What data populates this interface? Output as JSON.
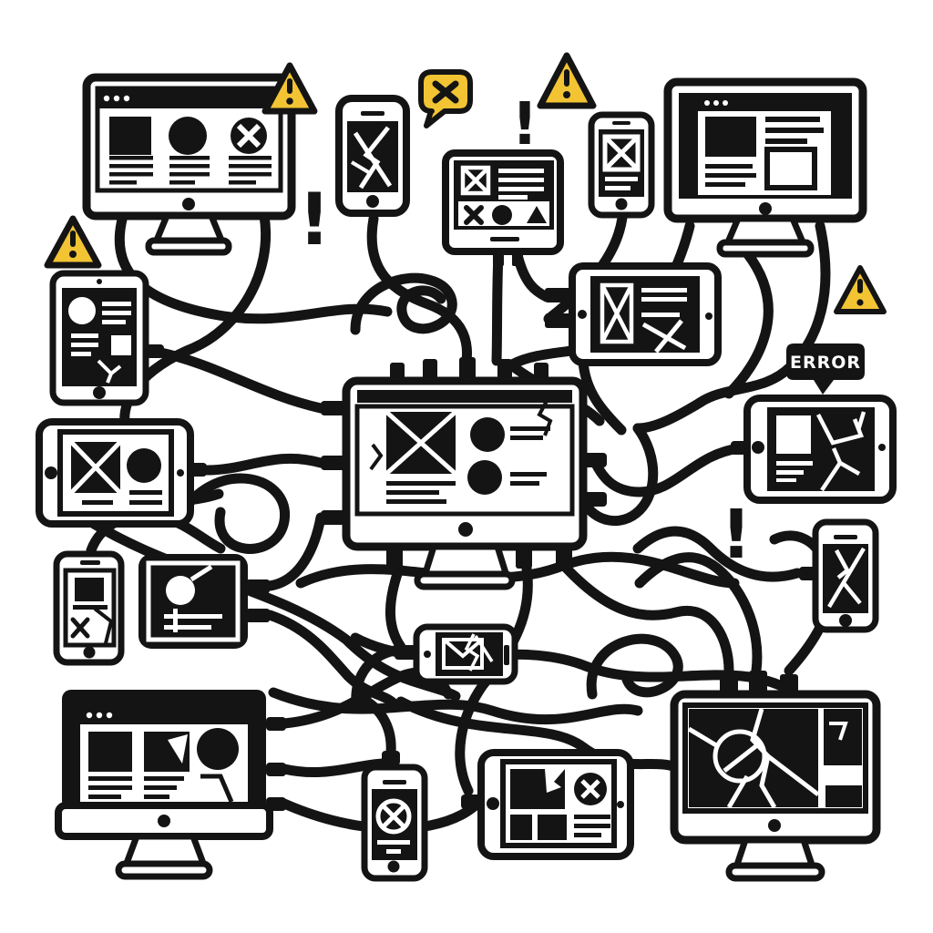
{
  "colors": {
    "background": "#ffffff",
    "paper": "#ffffff",
    "ink": "#141414",
    "accent_yellow": "#f2c433"
  },
  "labels": {
    "error_badge": "ERROR",
    "exclamation_mark": "!"
  },
  "icons": [
    "warning-triangle-icon",
    "x-speech-bubble-icon",
    "error-speech-bubble-icon",
    "exclamation-icon",
    "crossed-circle-icon",
    "crossed-box-icon",
    "cracked-screen-icon",
    "envelope-icon",
    "browser-dots-icon",
    "cable",
    "plug-connector"
  ],
  "devices": [
    {
      "name": "desktop-monitor-top-left",
      "kind": "desktop monitor",
      "screen": "browser page with image block, circle, crossed circle and three text columns"
    },
    {
      "name": "smartphone-top-center",
      "kind": "smartphone",
      "screen": "dark cracked screen"
    },
    {
      "name": "display-panel-top-center",
      "kind": "small display",
      "screen": "crossed image, text lines, toolbar with x / circle / triangle"
    },
    {
      "name": "smartphone-top-right-small",
      "kind": "smartphone",
      "screen": "crossed wireframe box with text lines"
    },
    {
      "name": "desktop-monitor-top-right",
      "kind": "desktop monitor",
      "screen": "dark desktop with browser window, image block and outlined panel"
    },
    {
      "name": "tablet-left-portrait",
      "kind": "tablet",
      "screen": "dark page with avatar circle, text lines, image block and crack"
    },
    {
      "name": "tablet-left-landscape",
      "kind": "tablet",
      "screen": "crossed image, circle and text lines"
    },
    {
      "name": "tablet-right-dark",
      "kind": "tablet",
      "screen": "dark wireframe with crossed column, lines and crack"
    },
    {
      "name": "tablet-right-error",
      "kind": "tablet",
      "screen": "dark page with white panel, text lines and shattered glass"
    },
    {
      "name": "smartphone-right",
      "kind": "smartphone",
      "screen": "dark cracked screen"
    },
    {
      "name": "smartphone-left-small",
      "kind": "smartphone",
      "screen": "wireframe with image block, x mark and crack"
    },
    {
      "name": "hub-box-left",
      "kind": "hub device",
      "screen": "dark panel with dial circle and level lines"
    },
    {
      "name": "desktop-monitor-bottom-left",
      "kind": "desktop monitor",
      "screen": "browser page with two image blocks, circle, text lines and crack"
    },
    {
      "name": "desktop-monitor-center",
      "kind": "desktop monitor",
      "screen": "page with crossed image, two list circles, text lines and cracks"
    },
    {
      "name": "smartphone-landscape-center",
      "kind": "smartphone",
      "screen": "dark screen with cracked envelope icon"
    },
    {
      "name": "smartphone-bottom-center",
      "kind": "smartphone",
      "screen": "dark screen with crossed circle and text lines"
    },
    {
      "name": "tablet-bottom-center",
      "kind": "tablet",
      "screen": "page with cracked image, crossed circle, two blocks and text lines"
    },
    {
      "name": "desktop-monitor-bottom-right",
      "kind": "desktop monitor",
      "screen": "shattered dark screen with circle and sidebar blocks"
    }
  ],
  "indicators": {
    "warning_triangles": 4,
    "exclamation_marks": 3,
    "speech_bubbles": [
      {
        "name": "x-speech-bubble",
        "content": "x-mark",
        "color": "#f2c433"
      },
      {
        "name": "error-speech-bubble",
        "content": "ERROR",
        "color": "#141414"
      }
    ]
  },
  "scene": {
    "description": "Tangled black charging cables connecting many broken and error-state devices"
  }
}
